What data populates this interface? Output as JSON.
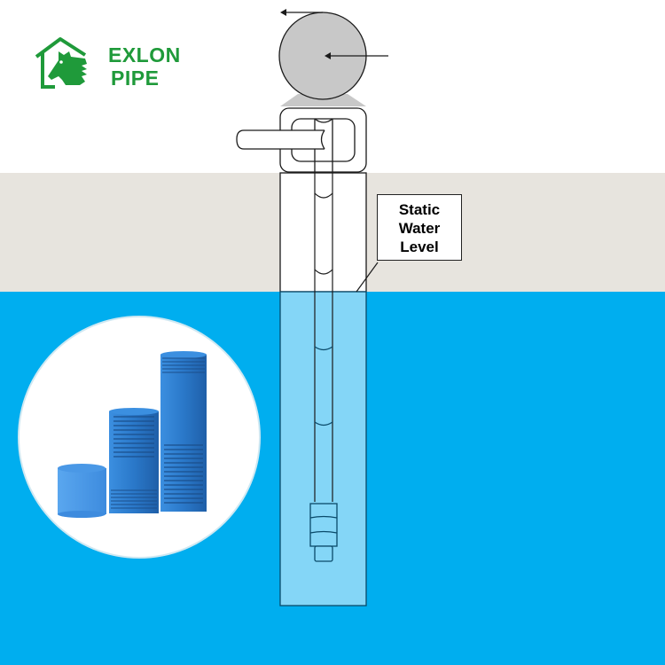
{
  "brand": {
    "name_line1": "EXLON",
    "name_line2": "PIPE",
    "logo_icon": "house-horse-icon",
    "color": "#1f9a3a"
  },
  "diagram": {
    "label": {
      "line1": "Static",
      "line2": "Water",
      "line3": "Level"
    },
    "components": [
      "pump-wheel",
      "wellhead",
      "discharge-pipe",
      "well-casing",
      "drop-pipe",
      "submersible-pump"
    ],
    "colors": {
      "ground": "#e7e4de",
      "water": "#00aeef",
      "casing_water": "#84d6f7",
      "wheel": "#c8c8c8",
      "outline": "#1a1a1a"
    }
  },
  "product_photo": {
    "subject": "blue PVC well casing and screen pipes",
    "items": [
      "socket-coupling",
      "slotted-screen-pipe-short",
      "slotted-screen-pipe-tall"
    ],
    "pipe_color": "#2a78c9"
  }
}
